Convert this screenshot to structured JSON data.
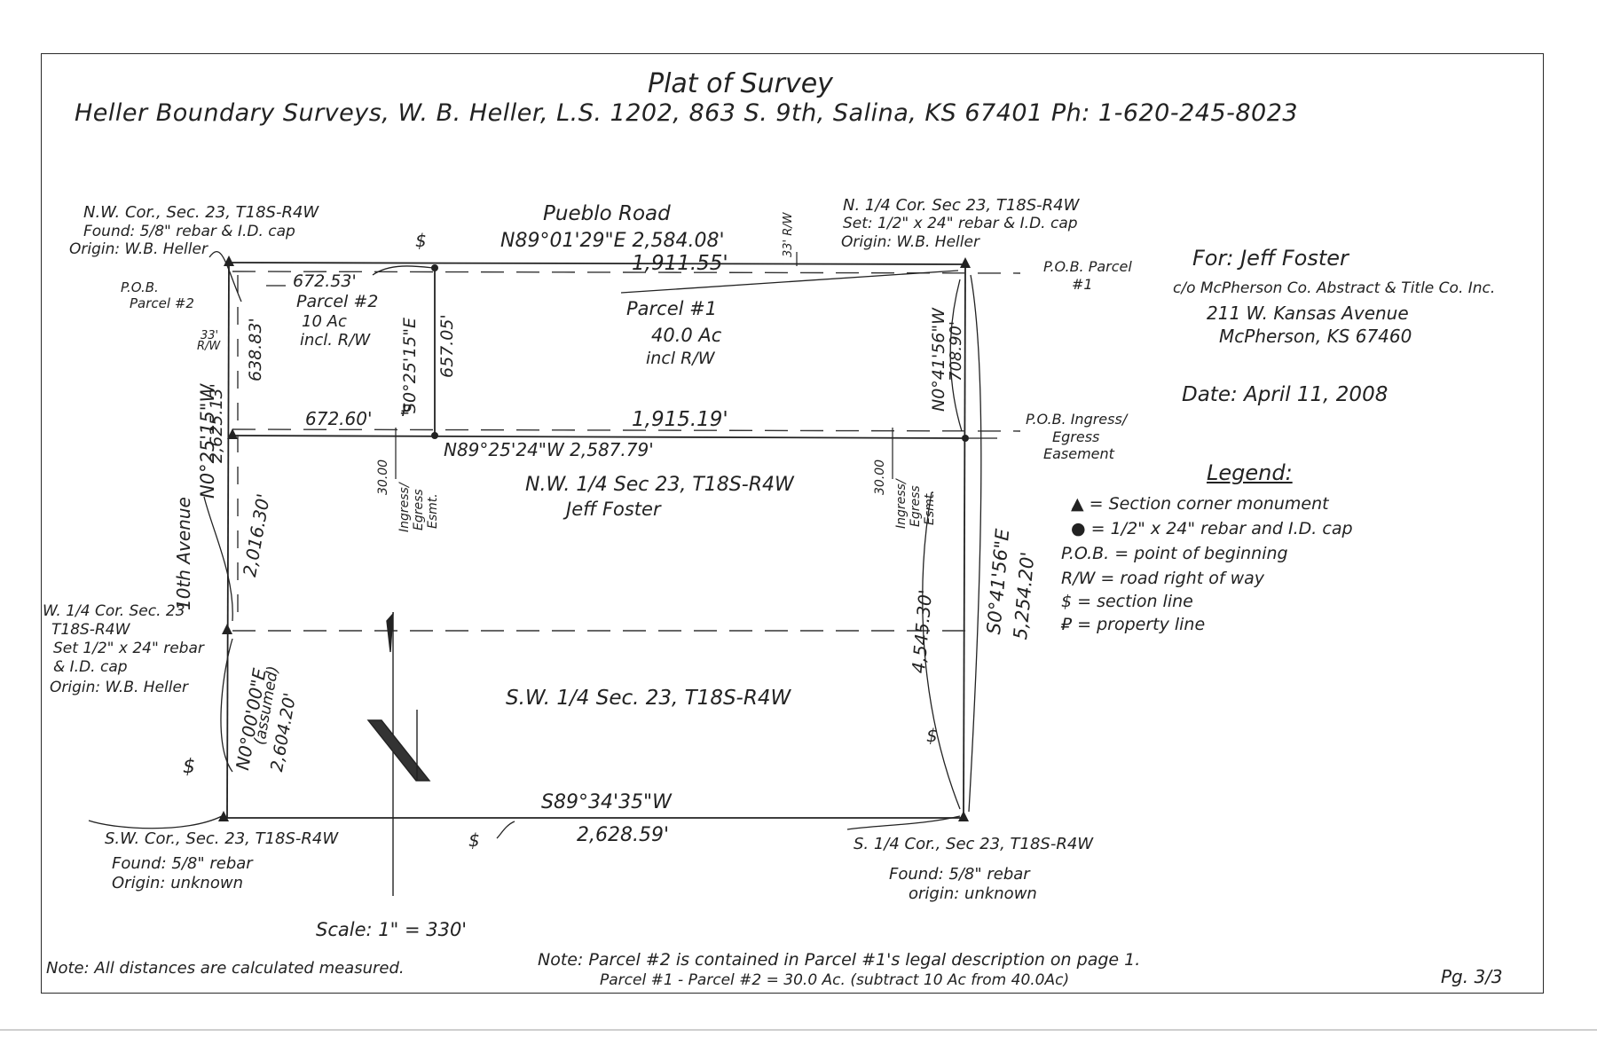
{
  "title": "Plat of Survey",
  "header": "Heller Boundary Surveys, W. B. Heller, L.S. 1202, 863 S. 9th, Salina, KS 67401 Ph: 1-620-245-8023",
  "road_name": "Pueblo Road",
  "road_bearing": "N89°01'29\"E  2,584.08'",
  "road_rw": "33' R/W",
  "nw_corner": [
    "N.W. Cor., Sec. 23, T18S-R4W",
    "Found: 5/8\" rebar & I.D. cap",
    "Origin: W.B. Heller"
  ],
  "n14_corner": [
    "N. 1/4 Cor. Sec 23, T18S-R4W",
    "Set: 1/2\" x 24\" rebar & I.D. cap",
    "Origin: W.B. Heller"
  ],
  "pob_parcel2": [
    "P.O.B.",
    "Parcel #2"
  ],
  "pob_parcel1": [
    "P.O.B. Parcel",
    "#1"
  ],
  "pob_ingress": [
    "P.O.B. Ingress/",
    "Egress",
    "Easement"
  ],
  "client": [
    "For: Jeff Foster",
    "c/o McPherson Co. Abstract & Title Co. Inc.",
    "211 W. Kansas Avenue",
    "McPherson, KS 67460"
  ],
  "date": "Date: April 11, 2008",
  "legend": {
    "title": "Legend:",
    "items": [
      "▲ = Section corner monument",
      "● = 1/2\" x 24\" rebar and I.D. cap",
      "P.O.B. = point of beginning",
      "R/W = road right of way",
      "$ = section line",
      "₽ = property line"
    ]
  },
  "parcel2": [
    "Parcel #2",
    "10 Ac",
    "incl. R/W"
  ],
  "parcel1": [
    "Parcel #1",
    "40.0 Ac",
    "incl R/W"
  ],
  "dims": {
    "top_left": "672.53'",
    "top_right": "1,911.55'",
    "mid_left": "672.60'",
    "mid_right": "1,915.19'",
    "mid_bearing": "N89°25'24\"W  2,587.79'",
    "p2_west": "638.83'",
    "p2_east_bearing": "S0°25'15\"E",
    "p2_east": "657.05'",
    "p1_east_bearing": "N0°41'56\"W",
    "p1_east": "708.90'",
    "west_upper_bearing": "N0°25'15\"W",
    "west_upper": "2,625.13'",
    "west_lower_dist": "2,016.30'",
    "west_lower_bearing": "N0°00'00\"E",
    "west_lower_assumed": "(assumed)",
    "west_lower": "2,604.20'",
    "east_bearing": "S0°41'56\"E",
    "east_total": "5,254.20'",
    "east_lower": "4,545.30'",
    "south_bearing": "S89°34'35\"W",
    "south": "2,628.59'",
    "road_rw_left": "33'",
    "road_rw_left_unit": "R/W",
    "ease_left": "30.00",
    "ease_right": "30.00"
  },
  "easement_label": [
    "Ingress/",
    "Egress",
    "Esmt."
  ],
  "street_west": "10th Avenue",
  "nw_quarter": [
    "N.W. 1/4 Sec 23, T18S-R4W",
    "Jeff Foster"
  ],
  "sw_quarter": "S.W. 1/4 Sec. 23, T18S-R4W",
  "w14_corner": [
    "W. 1/4 Cor. Sec. 23",
    "T18S-R4W",
    "Set 1/2\" x 24\" rebar",
    "& I.D. cap",
    "Origin: W.B. Heller"
  ],
  "sw_corner": [
    "S.W. Cor., Sec. 23, T18S-R4W",
    "Found: 5/8\" rebar",
    "Origin: unknown"
  ],
  "s14_corner": [
    "S. 1/4 Cor., Sec 23, T18S-R4W",
    "Found: 5/8\" rebar",
    "origin: unknown"
  ],
  "section_line_symbol": "$",
  "property_line_symbol": "₽",
  "scale": "Scale: 1\" = 330'",
  "note_left": "Note: All distances are calculated measured.",
  "note_center": [
    "Note: Parcel #2 is contained in Parcel #1's legal description on page 1.",
    "Parcel #1 - Parcel #2 = 30.0 Ac. (subtract 10 Ac from 40.0Ac)"
  ],
  "page": "Pg. 3/3"
}
